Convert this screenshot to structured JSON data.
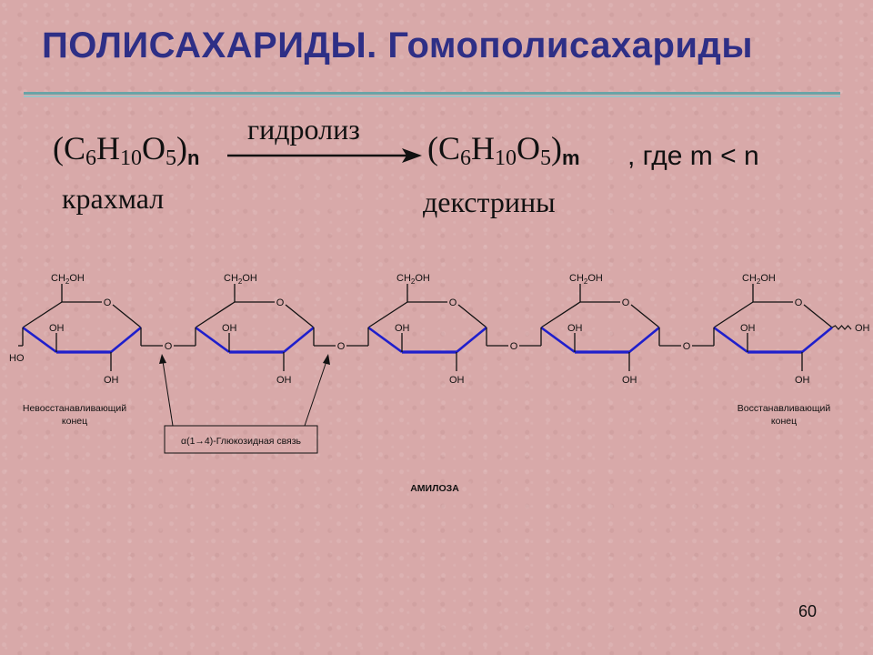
{
  "slide": {
    "title": "ПОЛИСАХАРИДЫ. Гомополисахариды",
    "page_number": "60"
  },
  "equation": {
    "lhs": {
      "prefix": "(C",
      "sub1": "6",
      "mid1": "H",
      "sub2": "10",
      "mid2": "O",
      "sub3": "5",
      "close": ")",
      "index": "n"
    },
    "arrow_label": "гидролиз",
    "rhs": {
      "prefix": "(C",
      "sub1": "6",
      "mid1": "H",
      "sub2": "10",
      "mid2": "O",
      "sub3": "5",
      "close": ")",
      "index": "m"
    },
    "condition": ",  где m < n",
    "lhs_name": "крахмал",
    "rhs_name": "декстрины"
  },
  "diagram": {
    "ch2oh_prefix": "CH",
    "ch2oh_sub": "2",
    "ch2oh_suffix": "OH",
    "ring_o": "O",
    "oh": "OH",
    "ho": "HO",
    "link_o": "O",
    "label_nonreducing": [
      "Невосстанавливающий",
      "конец"
    ],
    "label_reducing": [
      "Восстанавливающий",
      "конец"
    ],
    "bond_label": "α(1→4)-Глюкозидная связь",
    "caption": "АМИЛОЗА",
    "color_ring": "#1f1fcc"
  }
}
